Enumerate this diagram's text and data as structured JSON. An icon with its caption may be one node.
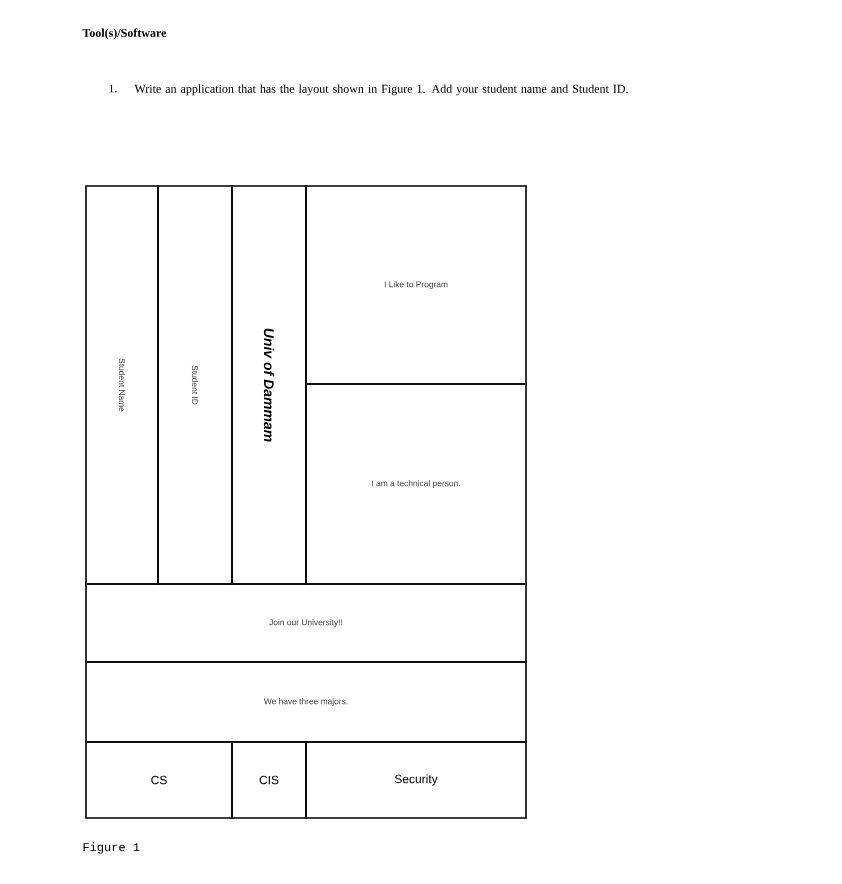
{
  "diagram": {
    "caption": "Figure 1",
    "nodes": [
      {
        "text": [
          "Student Name"
        ]
      },
      {
        "text": [
          "Student ID"
        ]
      },
      {
        "text": [
          "Univ of Dammam"
        ]
      },
      {
        "text": [
          "I Like to Program"
        ]
      },
      {
        "text": [
          "I am a technical person."
        ]
      },
      {
        "text": [
          "Join our University!!"
        ]
      },
      {
        "text": [
          "We have three majors."
        ]
      },
      {
        "text": [
          "CS"
        ]
      },
      {
        "text": [
          "CIS"
        ]
      },
      {
        "text": [
          "Security"
        ]
      }
    ],
    "labels": [
      "Tool(s)/Software",
      "1.",
      "Write an application that has the layout shown in Figure 1. Add your student name and Student ID."
    ]
  }
}
